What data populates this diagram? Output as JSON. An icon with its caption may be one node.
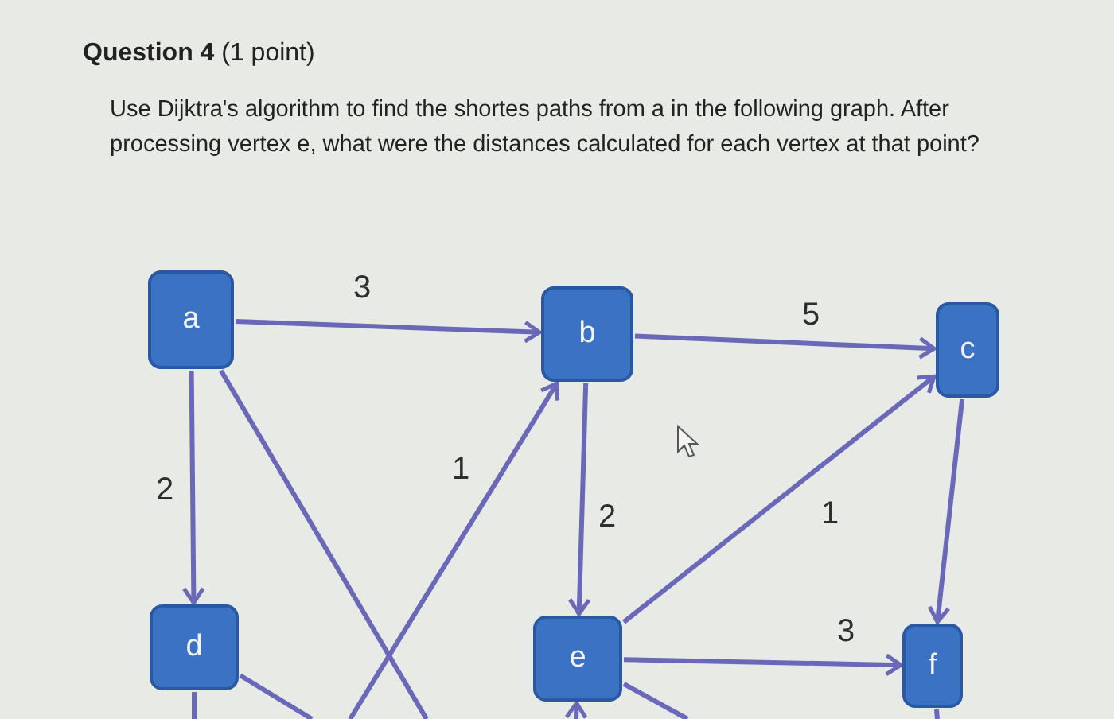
{
  "diagram": {
    "title": "**Question 4** (1 point)",
    "nodes": [
      {
        "text": [
          "a"
        ]
      },
      {
        "text": [
          "b"
        ]
      },
      {
        "text": [
          "c"
        ]
      },
      {
        "text": [
          "d"
        ]
      },
      {
        "text": [
          "e"
        ]
      },
      {
        "text": [
          "f"
        ]
      }
    ],
    "edges": [
      {
        "from": 0,
        "to": 1,
        "arrow": "to",
        "label": "3"
      },
      {
        "from": 0,
        "to": 3,
        "arrow": "to",
        "label": "2"
      },
      {
        "from": 1,
        "to": 2,
        "arrow": "to",
        "label": "5"
      },
      {
        "from": 1,
        "to": 4,
        "arrow": "to",
        "label": "2"
      },
      {
        "from": 4,
        "to": 2,
        "arrow": "to",
        "label": "1"
      },
      {
        "from": 4,
        "to": 5,
        "arrow": "to",
        "label": "3"
      },
      {
        "from": 2,
        "to": 5,
        "arrow": "to"
      },
      {
        "from": 0,
        "to": null,
        "arrow": "none"
      },
      {
        "from": null,
        "to": 1,
        "arrow": "to",
        "label": "1"
      },
      {
        "from": 3,
        "to": null,
        "arrow": "none"
      },
      {
        "from": 3,
        "to": null,
        "arrow": "none"
      },
      {
        "from": null,
        "to": 4,
        "arrow": "to"
      },
      {
        "from": 4,
        "to": null,
        "arrow": "none"
      },
      {
        "from": 5,
        "to": null,
        "arrow": "none"
      }
    ],
    "labels": [
      "Use Dijktra's algorithm to find the shortes paths from a in the following graph.  After processing vertex e, what were the distances calculated for each vertex at that point?"
    ]
  }
}
